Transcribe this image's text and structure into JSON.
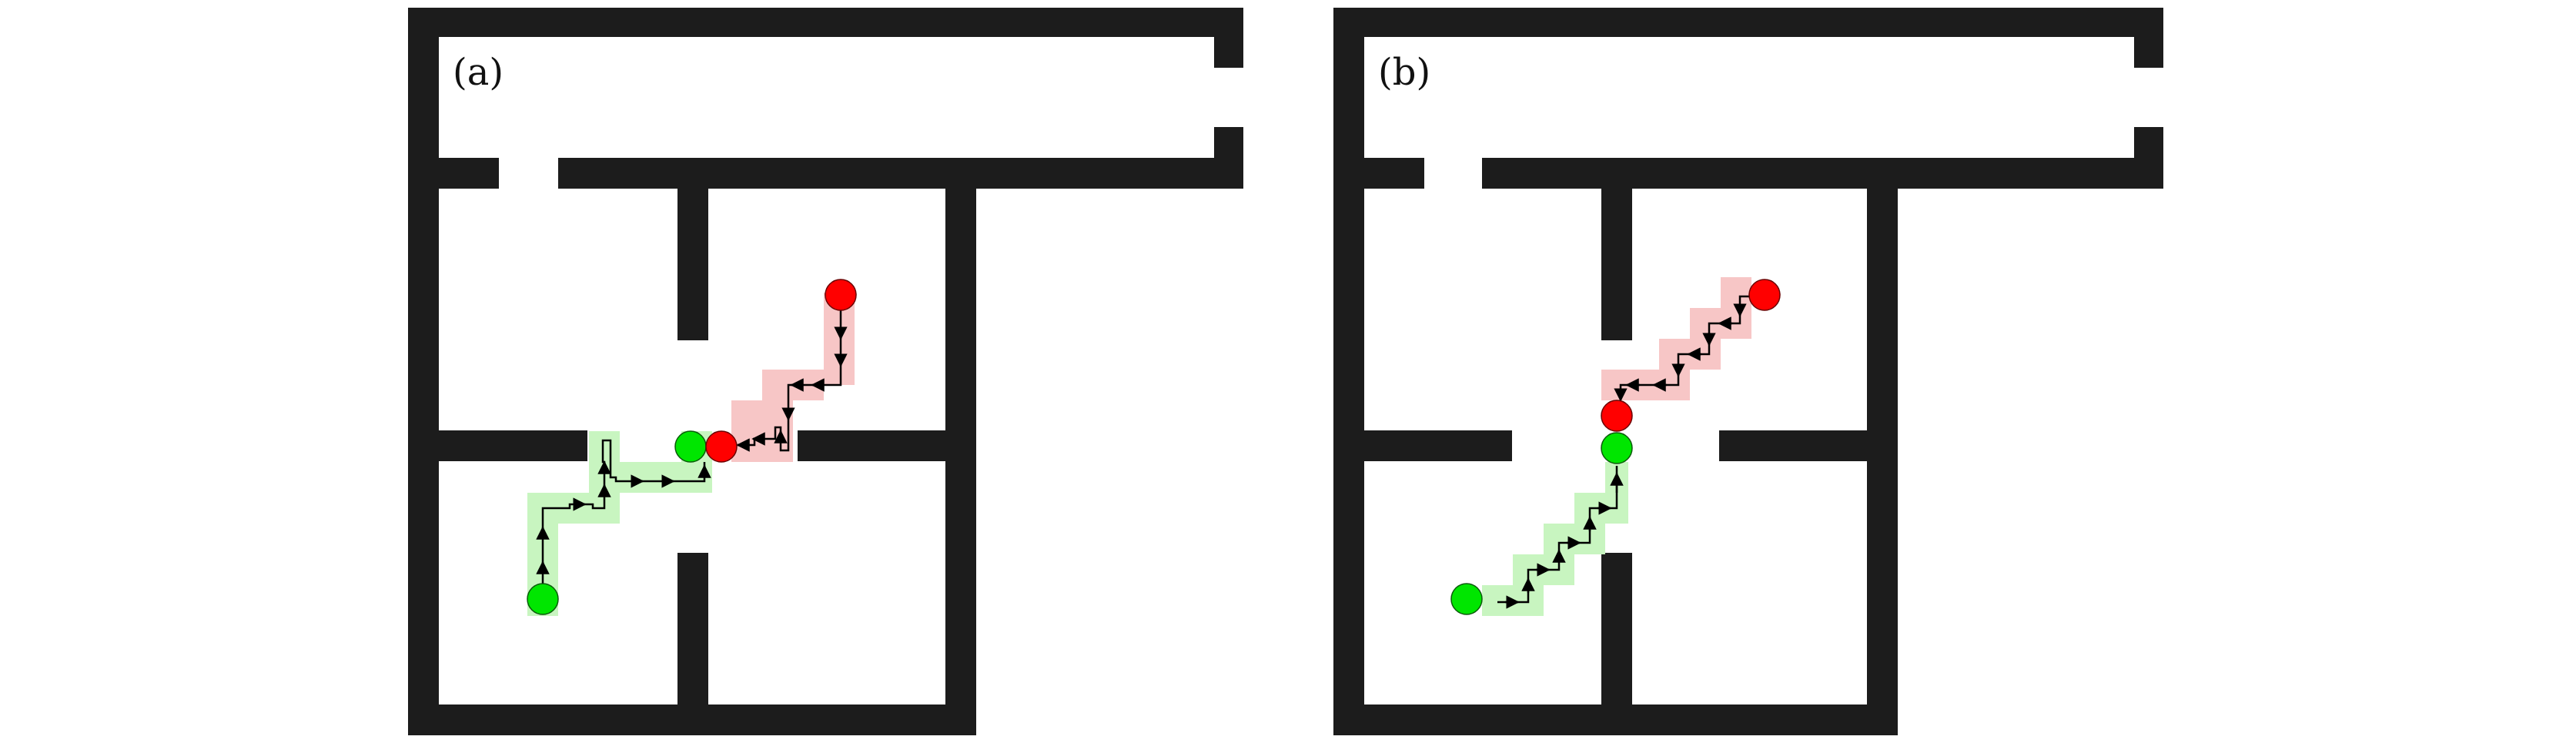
{
  "figure": {
    "panels": [
      {
        "id": "a",
        "label": "(a)"
      },
      {
        "id": "b",
        "label": "(b)"
      }
    ]
  },
  "colors": {
    "wall": "#1c1c1c",
    "green_marker": "#00e600",
    "red_marker": "#ff0000",
    "green_path_band": "#c8f5c0",
    "red_path_band": "#f7c6c6",
    "arrow": "#000000",
    "background": "#ffffff"
  }
}
